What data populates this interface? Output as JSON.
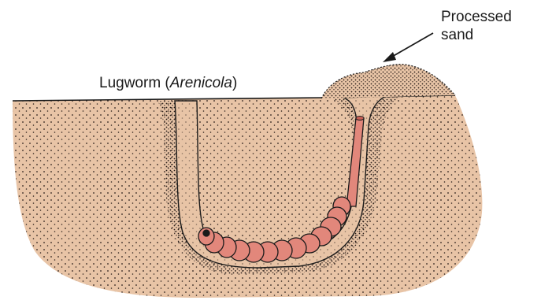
{
  "labels": {
    "organism_common": "Lugworm (",
    "organism_genus": "Arenicola",
    "organism_close": ")",
    "processed_line1": "Processed",
    "processed_line2": "sand"
  },
  "colors": {
    "sediment": "#e8c4a6",
    "worm": "#e2877b",
    "worm_dark": "#c75f55",
    "outline": "#1a1a1a",
    "dots": "#2a1f1a"
  }
}
